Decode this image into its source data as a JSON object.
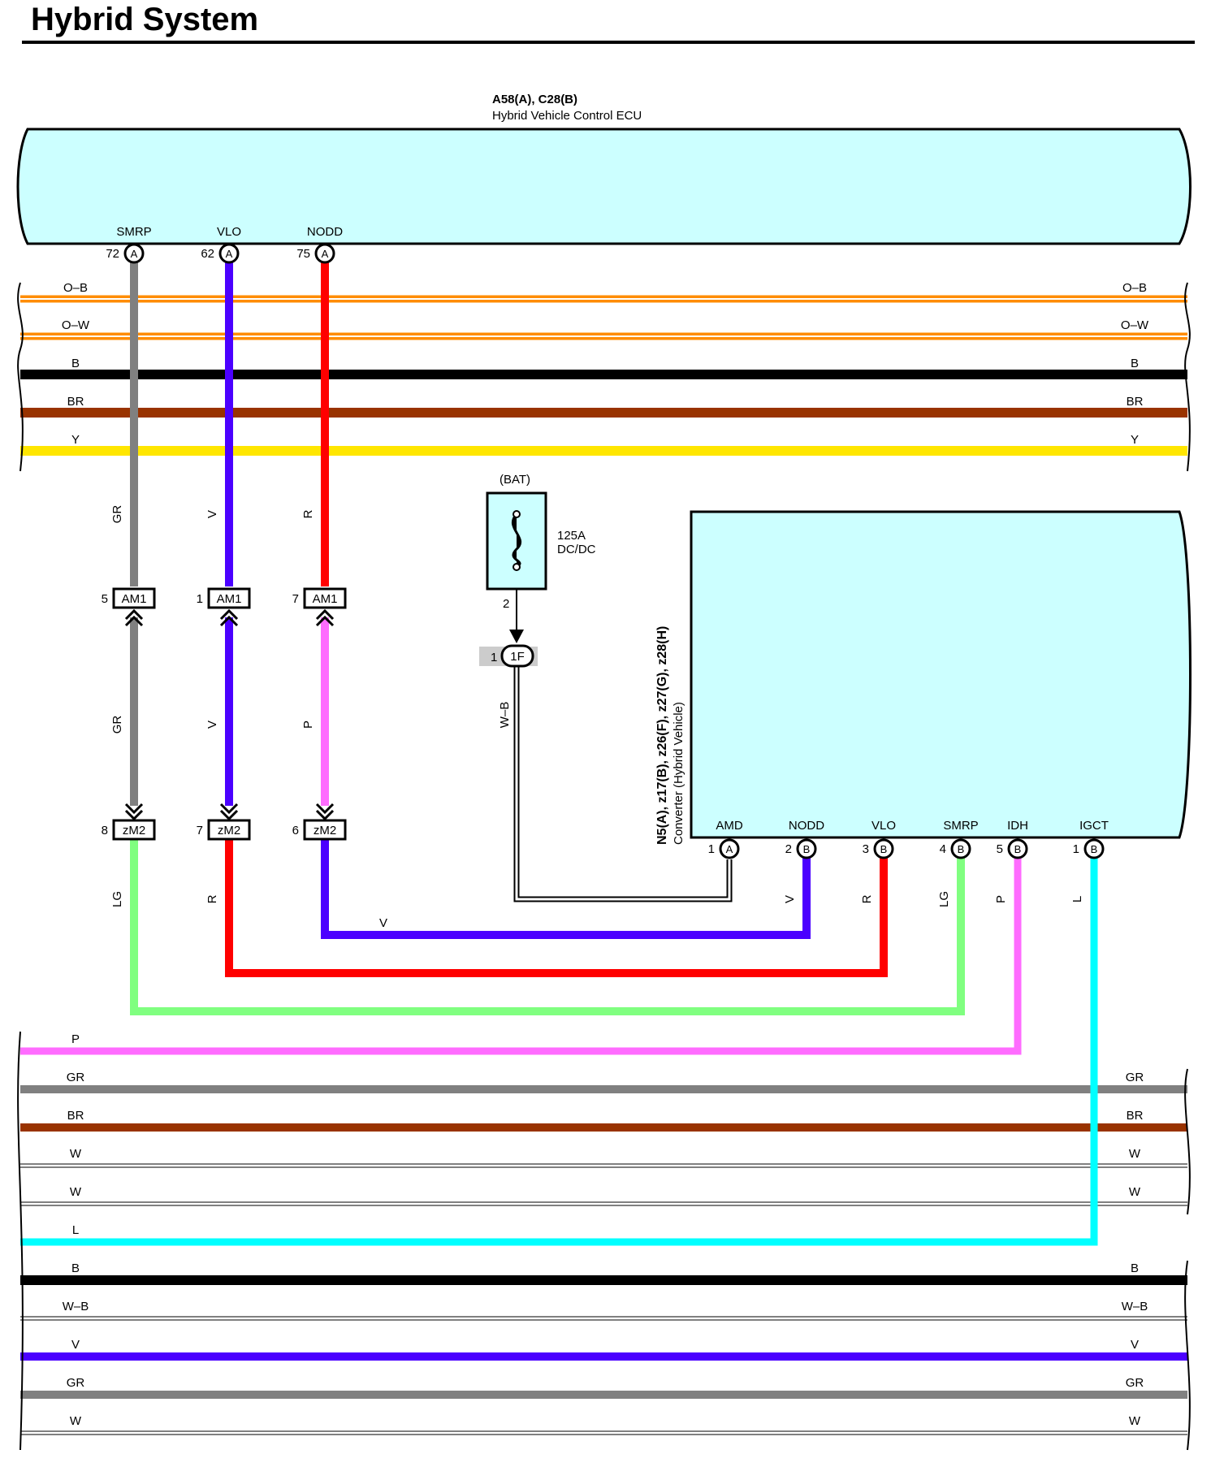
{
  "title": "Hybrid System",
  "ecu": {
    "code": "A58(A), C28(B)",
    "name": "Hybrid Vehicle Control ECU",
    "pins": [
      {
        "name": "SMRP",
        "num": "72",
        "conn": "A"
      },
      {
        "name": "VLO",
        "num": "62",
        "conn": "A"
      },
      {
        "name": "NODD",
        "num": "75",
        "conn": "A"
      }
    ]
  },
  "converter": {
    "code": "N5(A), z17(B), z26(F), z27(G), z28(H)",
    "name": "Converter (Hybrid Vehicle)",
    "pins": [
      {
        "name": "AMD",
        "num": "1",
        "conn": "A"
      },
      {
        "name": "NODD",
        "num": "2",
        "conn": "B"
      },
      {
        "name": "VLO",
        "num": "3",
        "conn": "B"
      },
      {
        "name": "SMRP",
        "num": "4",
        "conn": "B"
      },
      {
        "name": "IDH",
        "num": "5",
        "conn": "B"
      },
      {
        "name": "IGCT",
        "num": "1",
        "conn": "B"
      }
    ]
  },
  "fuse": {
    "source": "(BAT)",
    "rating": "125A",
    "name": "DC/DC",
    "pin": "2"
  },
  "junction": {
    "pin": "1",
    "code": "1F"
  },
  "connectors": {
    "am1": "AM1",
    "zm2": "zM2",
    "am1_pins": [
      "5",
      "1",
      "7"
    ],
    "zm2_pins": [
      "8",
      "7",
      "6"
    ]
  },
  "wire_codes": {
    "upper": [
      "GR",
      "V",
      "R"
    ],
    "lower": [
      "GR",
      "V",
      "P"
    ],
    "bottom": [
      "LG",
      "R"
    ],
    "wb": "W–B",
    "v_horizontal": "V",
    "converter": [
      "V",
      "R",
      "LG",
      "P",
      "L"
    ]
  },
  "top_bus": [
    {
      "left": "O–B",
      "right": "O–B"
    },
    {
      "left": "O–W",
      "right": "O–W"
    },
    {
      "left": "B",
      "right": "B"
    },
    {
      "left": "BR",
      "right": "BR"
    },
    {
      "left": "Y",
      "right": "Y"
    }
  ],
  "bottom_bus": [
    {
      "left": "P",
      "right": ""
    },
    {
      "left": "GR",
      "right": "GR"
    },
    {
      "left": "BR",
      "right": "BR"
    },
    {
      "left": "W",
      "right": "W"
    },
    {
      "left": "W",
      "right": "W"
    },
    {
      "left": "L",
      "right": ""
    },
    {
      "left": "B",
      "right": "B"
    },
    {
      "left": "W–B",
      "right": "W–B"
    },
    {
      "left": "V",
      "right": "V"
    },
    {
      "left": "GR",
      "right": "GR"
    },
    {
      "left": "W",
      "right": "W"
    }
  ],
  "colors": {
    "ecu_fill": "#ccffff",
    "gray": "#808080",
    "violet": "#4b00ff",
    "red": "#ff0000",
    "pink": "#ff6cff",
    "light_green": "#80ff80",
    "cyan": "#00ffff",
    "orange": "#ff8c00",
    "brown": "#993300",
    "yellow": "#ffe600",
    "black": "#000000"
  }
}
